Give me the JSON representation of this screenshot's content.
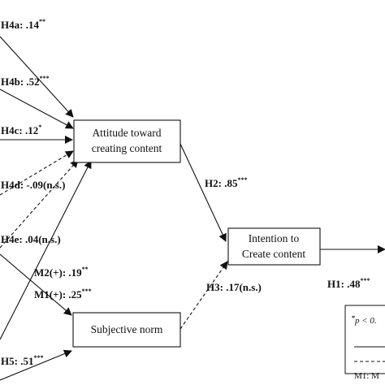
{
  "constructs": {
    "attitude": [
      "Attitude toward",
      "creating content"
    ],
    "intention": [
      "Intention to",
      "Create content"
    ],
    "norm": [
      "Subjective norm"
    ]
  },
  "paths": {
    "h4a": {
      "label": "H4a: .14",
      "sig": "**",
      "style": "solid"
    },
    "h4b": {
      "label": "H4b: .52",
      "sig": "***",
      "style": "solid"
    },
    "h4c": {
      "label": "H4c: .12",
      "sig": "*",
      "style": "solid"
    },
    "h4d": {
      "label": "H4d: -.09(n.s.)",
      "sig": "",
      "style": "dashed"
    },
    "h4e": {
      "label": "H4e: .04(n.s.)",
      "sig": "",
      "style": "dashed"
    },
    "m2": {
      "label": "M2(+): .19",
      "sig": "**",
      "style": "solid"
    },
    "m1": {
      "label": "M1(+): .25",
      "sig": "***",
      "style": "solid"
    },
    "h5": {
      "label": "H5: .51",
      "sig": "***",
      "style": "solid"
    },
    "h2": {
      "label": "H2: .85",
      "sig": "***",
      "style": "solid"
    },
    "h3": {
      "label": "H3: .17(n.s.)",
      "sig": "",
      "style": "dashed"
    },
    "h1": {
      "label": "H1: .48",
      "sig": "***",
      "style": "solid"
    }
  },
  "legend": {
    "p_note_mark": "*",
    "p_note": "p < 0.",
    "m1_note": "M1: M"
  }
}
